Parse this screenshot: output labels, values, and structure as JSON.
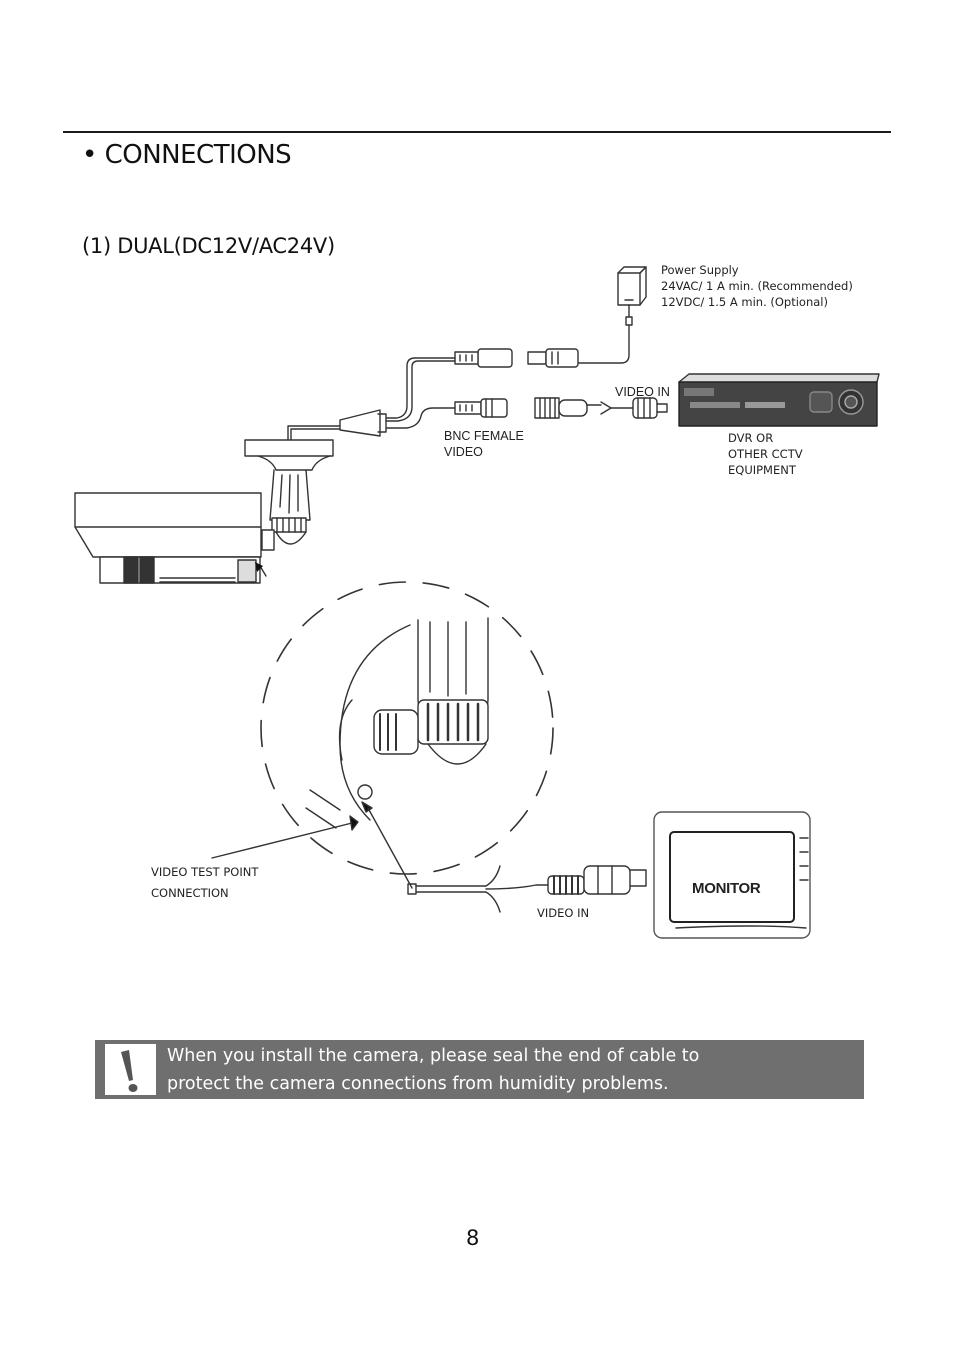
{
  "header": {
    "title": "• CONNECTIONS"
  },
  "section": {
    "subtitle": "(1) DUAL(DC12V/AC24V)"
  },
  "labels": {
    "power_supply": [
      "Power Supply",
      "24VAC/ 1 A min. (Recommended)",
      "12VDC/ 1.5 A min. (Optional)"
    ],
    "video_in_dvr": "VIDEO IN",
    "bnc_female": [
      "BNC FEMALE",
      "VIDEO"
    ],
    "dvr": [
      "DVR OR",
      "OTHER CCTV",
      "EQUIPMENT"
    ],
    "test_point": [
      "VIDEO TEST POINT",
      "CONNECTION"
    ],
    "video_in_monitor": "VIDEO IN",
    "monitor": "MONITOR"
  },
  "note": {
    "icon": "exclamation-icon",
    "lines": [
      "When you install the camera, please seal the end of cable to",
      "protect the camera connections from humidity problems."
    ]
  },
  "page_number": "8"
}
